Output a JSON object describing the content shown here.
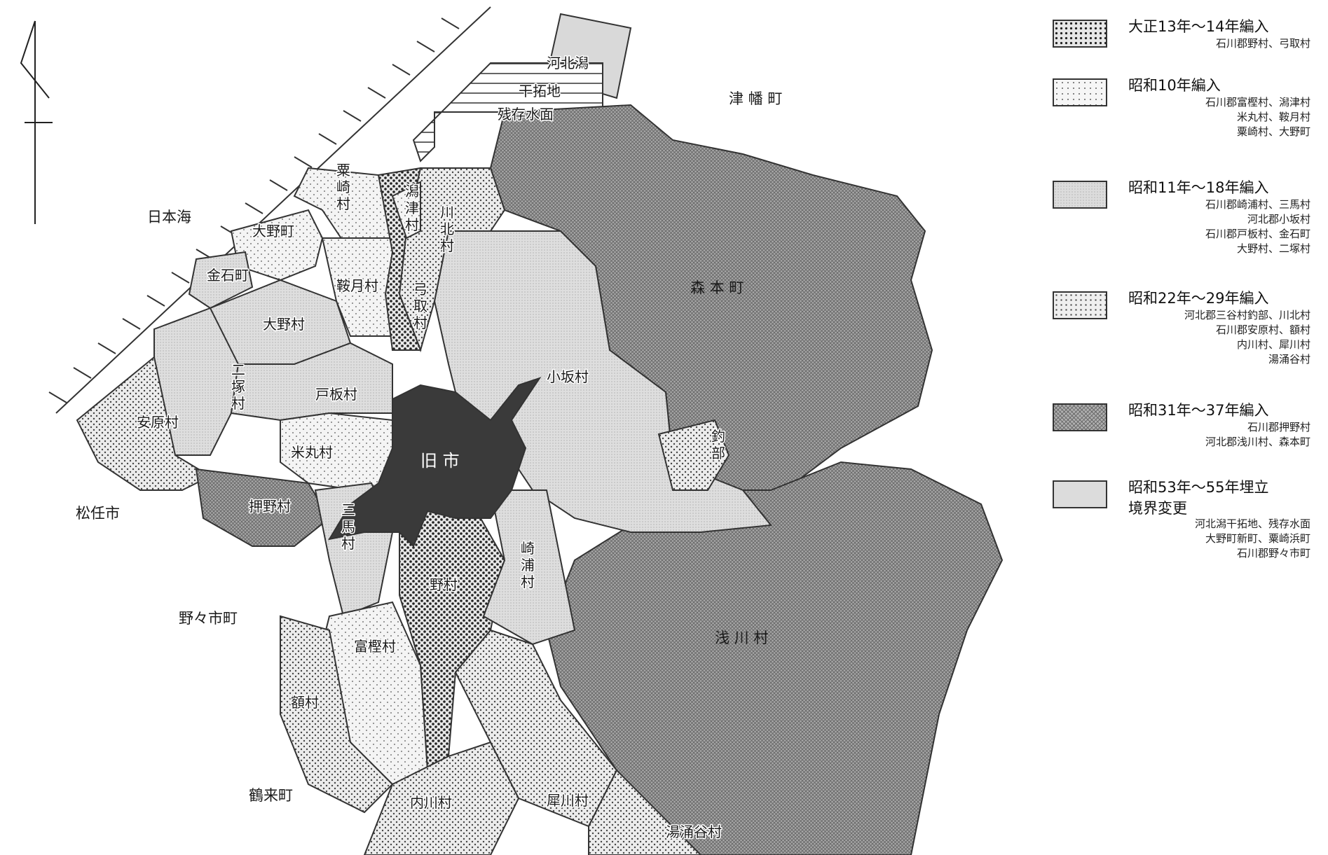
{
  "map": {
    "north_arrow_icon": "north-arrow-icon",
    "old_city": "旧 市",
    "regions": {
      "kahokugata": "河北潟",
      "kantakuchi": "干拓地",
      "zanzon_suimen": "残存水面",
      "tsubata": "津 幡 町",
      "nihonkai": "日本海",
      "awagasaki": "粟崎村",
      "kata_tsu": "潟津村",
      "kawakita": "川北村",
      "onomachi": "大野町",
      "kanaiwa": "金石町",
      "kuragetsu": "鞍月村",
      "yumitori": "弓取村",
      "onomura": "大野村",
      "morimoto": "森 本 町",
      "futatsuka": "二塚村",
      "toita": "戸板村",
      "kosaka": "小坂村",
      "yasuhara": "安原村",
      "yonemaru": "米丸村",
      "tsuribe": "釣部",
      "matto": "松任市",
      "oshino": "押野村",
      "mitsuma": "三馬村",
      "nomura": "野村",
      "sakiura": "崎浦村",
      "nonoichi": "野々市町",
      "tomigashi": "富樫村",
      "asakawa": "浅 川 村",
      "nukata": "額村",
      "tsurugi": "鶴来町",
      "uchikawa": "内川村",
      "saikawa": "犀川村",
      "yuwakudani": "湯涌谷村"
    }
  },
  "legend": [
    {
      "title": "大正13年～14年編入",
      "detail": "石川郡野村、弓取村",
      "pattern": "dense-dots",
      "color": "#3a3a3a"
    },
    {
      "title": "昭和10年編入",
      "detail": "石川郡富樫村、潟津村\n米丸村、鞍月村\n粟崎村、大野町",
      "pattern": "sparse-dots",
      "color": "#888888"
    },
    {
      "title": "昭和11年～18年編入",
      "detail": "石川郡崎浦村、三馬村\n河北郡小坂村\n石川郡戸板村、金石町\n大野村、二塚村",
      "pattern": "fine-grey",
      "color": "#d9d9d9"
    },
    {
      "title": "昭和22年～29年編入",
      "detail": "河北郡三谷村釣部、川北村\n石川郡安原村、額村\n内川村、犀川村\n湯涌谷村",
      "pattern": "medium-dots",
      "color": "#666666"
    },
    {
      "title": "昭和31年～37年編入",
      "detail": "石川郡押野村\n河北郡浅川村、森本町",
      "pattern": "cross-hatch",
      "color": "#8a8a8a"
    },
    {
      "title": "昭和53年～55年埋立\n境界変更",
      "detail": "河北潟干拓地、残存水面\n大野町新町、粟崎浜町\n石川郡野々市町",
      "pattern": "plain-light",
      "color": "#dcdcdc"
    }
  ]
}
